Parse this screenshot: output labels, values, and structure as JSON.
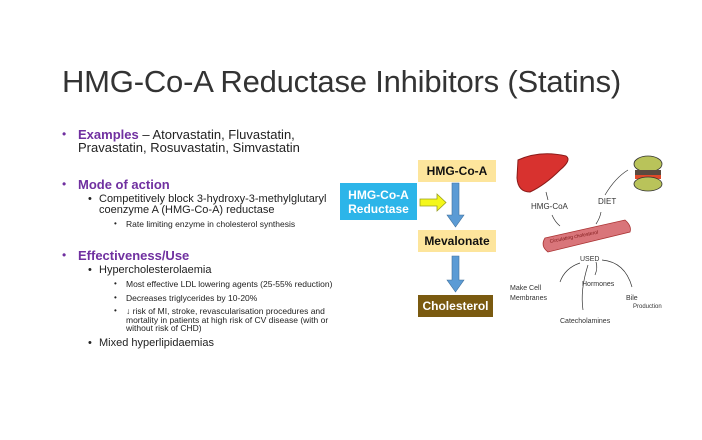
{
  "title": "HMG-Co-A Reductase Inhibitors (Statins)",
  "examples": {
    "heading": "Examples",
    "text": " – Atorvastatin, Fluvastatin, Pravastatin, Rosuvastatin, Simvastatin"
  },
  "mode": {
    "heading": "Mode of action",
    "point": "Competitively block 3-hydroxy-3-methylglutaryl coenzyme A (HMG-Co-A) reductase",
    "sub": "Rate limiting enzyme in cholesterol synthesis"
  },
  "effect": {
    "heading": "Effectiveness/Use",
    "point1": "Hypercholesterolaemia",
    "subs": [
      "Most effective LDL lowering agents (25-55% reduction)",
      "Decreases triglycerides by 10-20%",
      "↓ risk of MI, stroke, revascularisation procedures and mortality in patients at high risk of CV disease (with or without risk of CHD)"
    ],
    "point2": "Mixed hyperlipidaemias"
  },
  "pathway": {
    "start": "HMG-Co-A",
    "enzyme": "HMG-Co-A Reductase",
    "middle": "Mevalonate",
    "end": "Cholesterol",
    "colors": {
      "start": "#fde59c",
      "enzyme": "#2cb5e9",
      "end": "#7a5a10",
      "arrow": "#5b9bd5",
      "enzyme_arrow": "#f4f71a"
    }
  },
  "sketch": {
    "hmg": "HMG-CoA",
    "diet": "DIET",
    "vessel": "Circulating cholesterol",
    "used": "USED",
    "membranes": [
      "Make Cell",
      "Membranes"
    ],
    "hormones": "Hormones",
    "bile": [
      "Bile",
      "Production"
    ],
    "catechol": "Catecholamines"
  }
}
